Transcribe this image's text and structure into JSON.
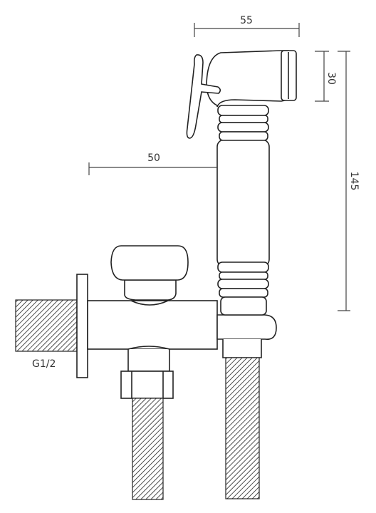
{
  "dimensions": {
    "spray_head_length": "55",
    "spray_head_height": "30",
    "total_height": "145",
    "valve_offset": "50",
    "thread_size": "G1/2"
  }
}
